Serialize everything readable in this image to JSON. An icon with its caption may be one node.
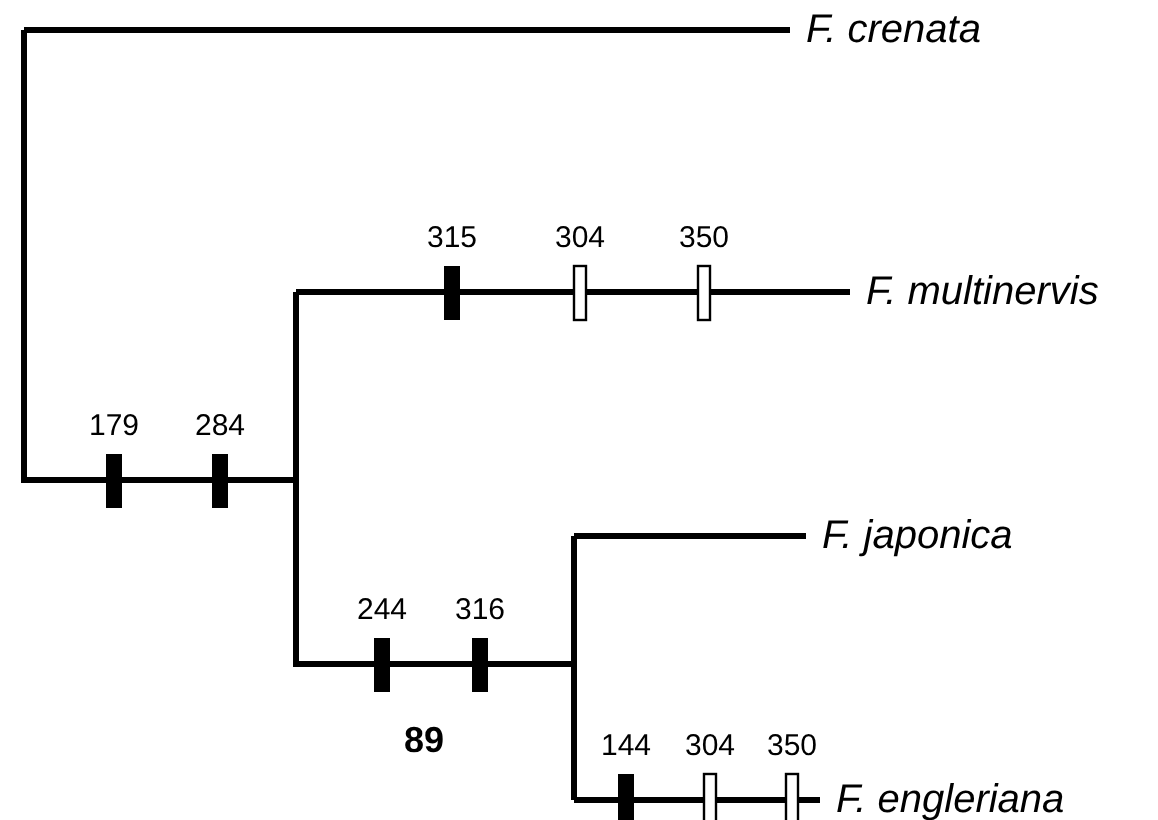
{
  "diagram": {
    "nodes": [
      {
        "text": [
          "F. crenata"
        ]
      },
      {
        "text": [
          "F. multinervis"
        ]
      },
      {
        "text": [
          "F. japonica"
        ]
      },
      {
        "text": [
          "F. engleriana"
        ]
      }
    ],
    "edges": [
      {
        "from": null,
        "to": 0,
        "arrow": "none"
      },
      {
        "from": null,
        "to": 1,
        "arrow": "none"
      },
      {
        "from": null,
        "to": 2,
        "arrow": "none"
      },
      {
        "from": null,
        "to": 3,
        "arrow": "none"
      }
    ],
    "labels": [
      "315",
      "304",
      "350",
      "179",
      "284",
      "244",
      "316",
      "89",
      "144",
      "304",
      "350"
    ]
  }
}
